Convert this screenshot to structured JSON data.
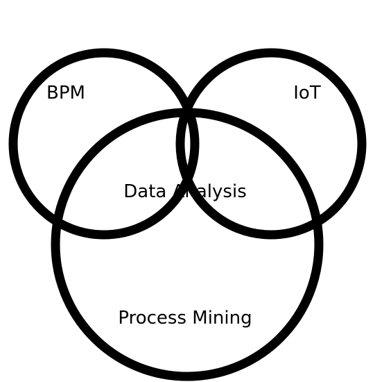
{
  "diagram": {
    "type": "venn",
    "sets": [
      {
        "id": "bpm",
        "label": "BPM"
      },
      {
        "id": "iot",
        "label": "IoT"
      },
      {
        "id": "process_mining",
        "label": "Process Mining"
      }
    ],
    "intersection": {
      "sets": [
        "bpm",
        "iot",
        "process_mining"
      ],
      "label": "Data Analysis"
    },
    "stroke_color": "#000000",
    "background_color": "#ffffff"
  }
}
